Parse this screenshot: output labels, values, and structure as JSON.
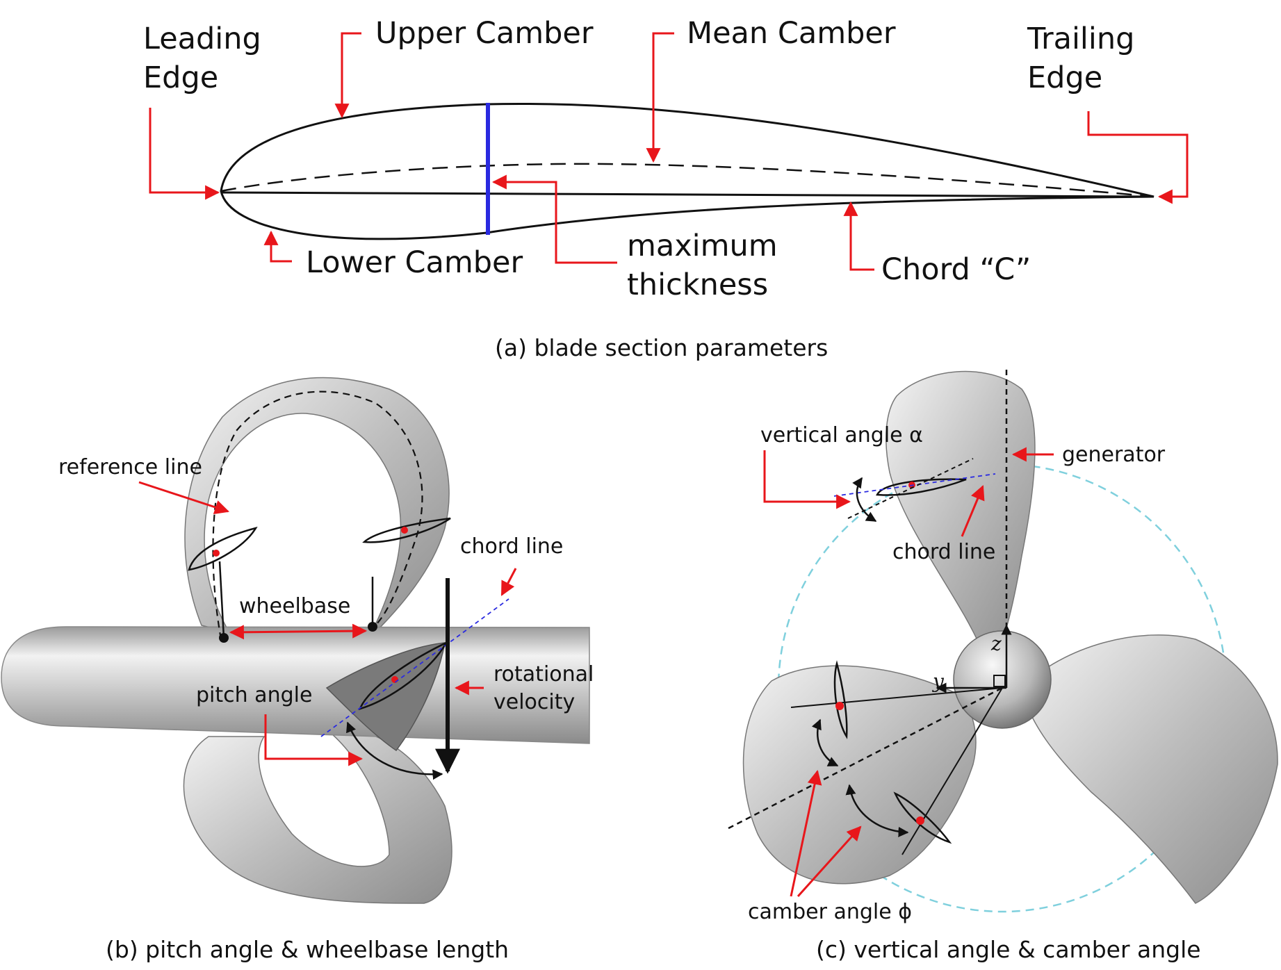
{
  "panel_a": {
    "labels": {
      "leading_edge_l1": "Leading",
      "leading_edge_l2": "Edge",
      "upper_camber": "Upper Camber",
      "mean_camber": "Mean Camber",
      "trailing_edge_l1": "Trailing",
      "trailing_edge_l2": "Edge",
      "lower_camber": "Lower Camber",
      "max_thickness_l1": "maximum",
      "max_thickness_l2": "thickness",
      "chord": "Chord “C”"
    },
    "caption": "(a) blade section parameters",
    "colors": {
      "airfoil": "#111111",
      "thickness_line": "#2a2ae0",
      "callout": "#e8161b"
    }
  },
  "panel_b": {
    "labels": {
      "reference_line": "reference line",
      "chord_line": "chord line",
      "wheelbase": "wheelbase",
      "rotational_velocity_l1": "rotational",
      "rotational_velocity_l2": "velocity",
      "pitch_angle": "pitch angle"
    },
    "caption": "(b) pitch angle & wheelbase length"
  },
  "panel_c": {
    "labels": {
      "vertical_angle": "vertical angle α",
      "generator": "generator",
      "chord_line": "chord line",
      "axis_z": "z",
      "axis_y": "y",
      "camber_angle": "camber angle ϕ"
    },
    "caption": "(c) vertical angle & camber angle",
    "colors": {
      "circle": "#7fd0dd",
      "chord_dash": "#2a2ae0",
      "point": "#e8161b"
    }
  }
}
